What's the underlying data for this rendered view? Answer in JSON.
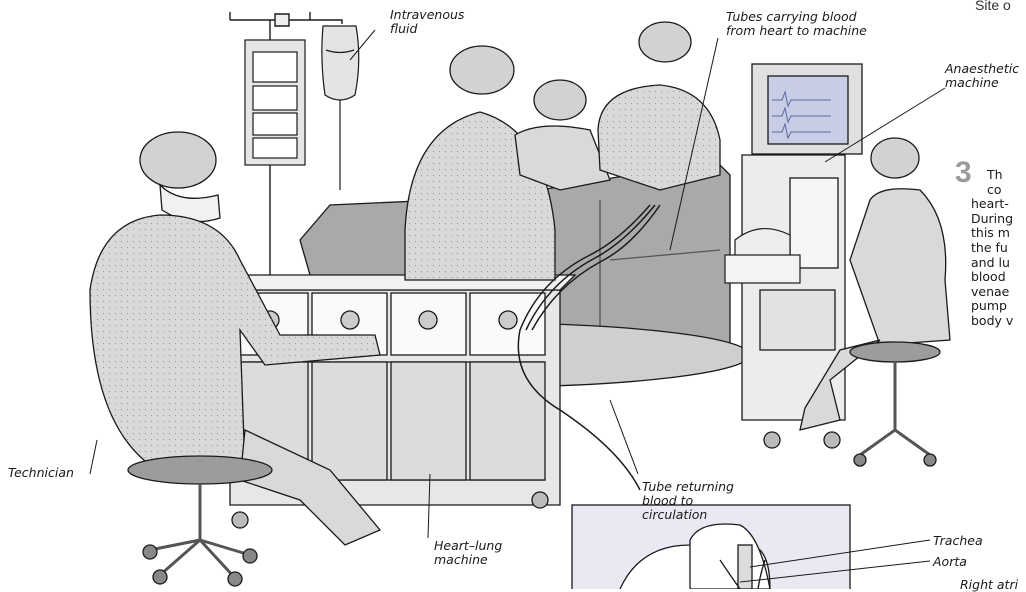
{
  "header_fragment": "Site o",
  "labels": {
    "iv_fluid": [
      "Intravenous",
      "fluid"
    ],
    "tubes_to_machine": [
      "Tubes carrying blood",
      "from heart to machine"
    ],
    "anaesthetic": [
      "Anaesthetic",
      "machine"
    ],
    "technician": [
      "Technician"
    ],
    "heart_lung": [
      "Heart–lung",
      "machine"
    ],
    "tube_returning": [
      "Tube returning",
      "blood to",
      "circulation"
    ],
    "trachea": [
      "Trachea"
    ],
    "aorta": [
      "Aorta"
    ],
    "right_atrium": [
      "Right atri"
    ]
  },
  "step": {
    "number": "3",
    "lines": [
      "Th",
      "co",
      "heart-",
      "During",
      "this m",
      "the fu",
      "and lu",
      "blood",
      "venae",
      "pump",
      "body v"
    ]
  },
  "colors": {
    "ink": "#1a1a1a",
    "gown": "#d9d9d9",
    "machine": "#e7e7e7",
    "drape": "#a9a9a9",
    "screen": "#c8cde6",
    "inset": "#e9e9f3"
  }
}
